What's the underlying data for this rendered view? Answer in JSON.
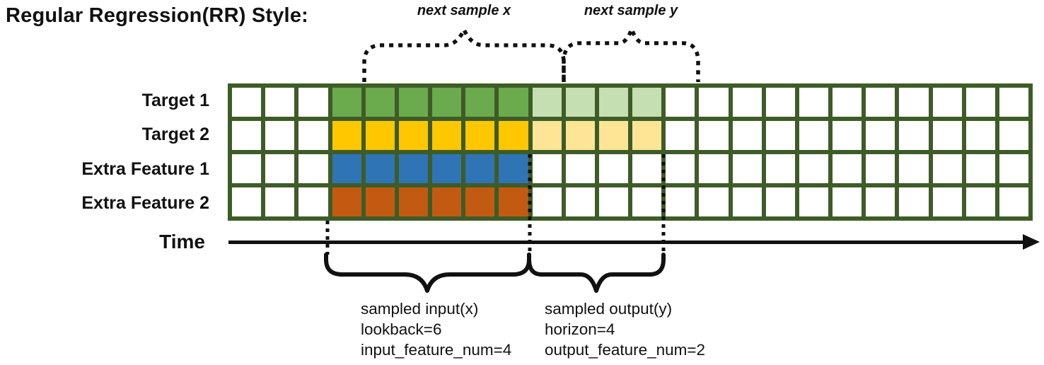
{
  "title": "Regular Regression(RR) Style:",
  "colors": {
    "grid_line": "#3e5c27",
    "green": "#6baa4d",
    "green_light": "#c5dfb3",
    "gold": "#fec700",
    "gold_light": "#fee596",
    "blue": "#2f74b4",
    "orange": "#c25a11",
    "white": "#ffffff",
    "ink": "#111111"
  },
  "grid": {
    "columns": 24,
    "rows": [
      {
        "label": "Target 1",
        "fill": "green",
        "fill_light": "green_light",
        "input_range": [
          3,
          9
        ],
        "output_range": [
          9,
          13
        ]
      },
      {
        "label": "Target 2",
        "fill": "gold",
        "fill_light": "gold_light",
        "input_range": [
          3,
          9
        ],
        "output_range": [
          9,
          13
        ]
      },
      {
        "label": "Extra Feature 1",
        "fill": "blue",
        "input_range": [
          3,
          9
        ]
      },
      {
        "label": "Extra Feature 2",
        "fill": "orange",
        "input_range": [
          3,
          9
        ]
      }
    ]
  },
  "annotations": {
    "next_sample_x": "next sample x",
    "next_sample_y": "next sample y",
    "time_label": "Time",
    "input_lines": [
      "sampled input(x)",
      "lookback=6",
      "input_feature_num=4"
    ],
    "output_lines": [
      "sampled output(y)",
      "horizon=4",
      "output_feature_num=2"
    ]
  }
}
